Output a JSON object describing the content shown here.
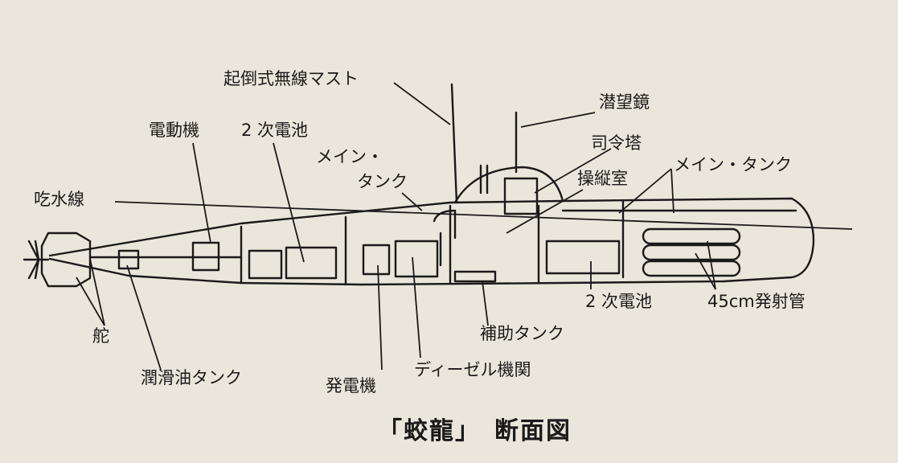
{
  "diagram": {
    "caption": "「蛟龍」　断面図",
    "labels": {
      "mast": "起倒式無線マスト",
      "periscope": "潜望鏡",
      "motor": "電動機",
      "battery_aft": "2 次電池",
      "conning_tower": "司令塔",
      "main_tank_mid_1": "メイン・",
      "main_tank_mid_2": "タンク",
      "control_room": "操縦室",
      "main_tank_fwd": "メイン・タンク",
      "waterline": "吃水線",
      "battery_fwd": "2 次電池",
      "torpedo_tubes": "45cm発射管",
      "rudder": "舵",
      "aux_tank": "補助タンク",
      "oil_tank": "潤滑油タンク",
      "diesel": "ディーゼル機関",
      "generator": "発電機"
    }
  },
  "colors": {
    "background": "#ebe6db",
    "ink": "#1a1a1a"
  }
}
